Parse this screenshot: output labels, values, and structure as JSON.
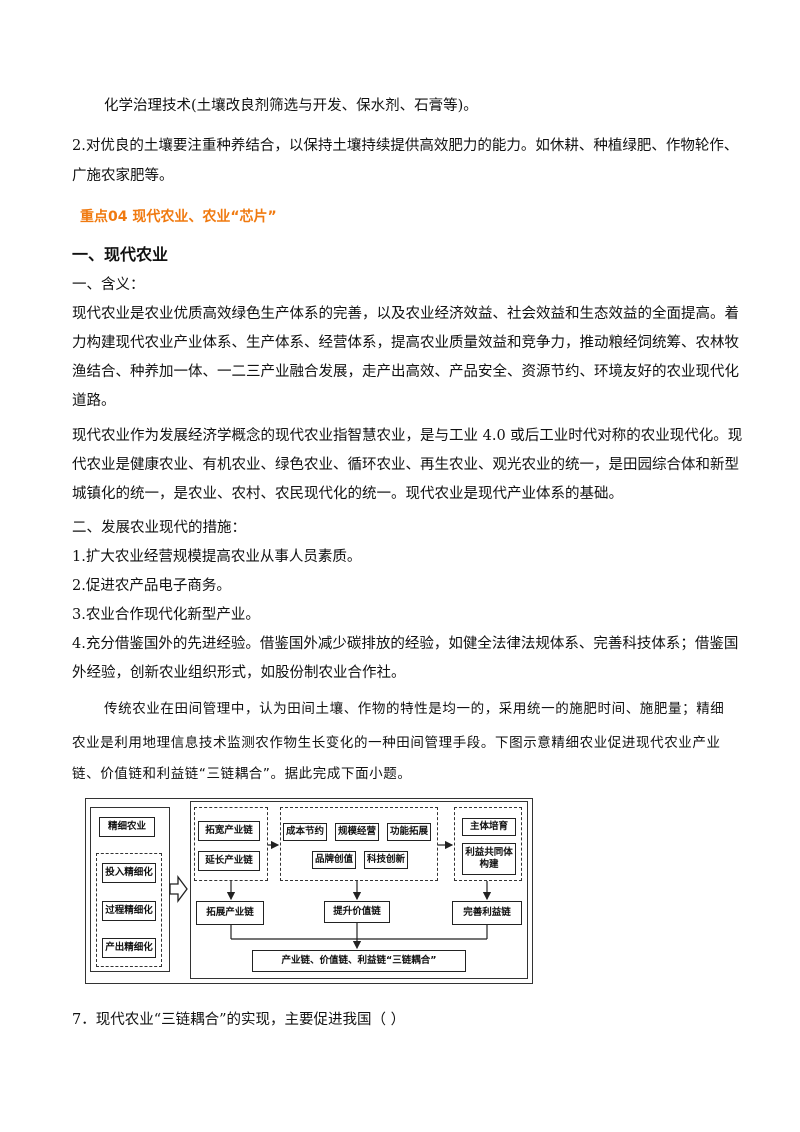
{
  "lines": {
    "l1": "化学治理技术(土壤改良剂筛选与开发、保水剂、石膏等)。",
    "l2": "2.对优良的土壤要注重种养结合，以保持土壤持续提供高效肥力的能力。如休耕、种植绿肥、作物轮作、",
    "l3": "广施农家肥等。",
    "section": "重点04 现代农业、农业“芯片”",
    "h1": "一、现代农业",
    "sub1": "一、含义：",
    "p1a": "现代农业是农业优质高效绿色生产体系的完善，以及农业经济效益、社会效益和生态效益的全面提高。着",
    "p1b": "力构建现代农业产业体系、生产体系、经营体系，提高农业质量效益和竞争力，推动粮经饲统筹、农林牧",
    "p1c": "渔结合、种养加一体、一二三产业融合发展，走产出高效、产品安全、资源节约、环境友好的农业现代化",
    "p1d": "道路。",
    "p2a": "现代农业作为发展经济学概念的现代农业指智慧农业，是与工业 4.0 或后工业时代对称的农业现代化。现",
    "p2b": "代农业是健康农业、有机农业、绿色农业、循环农业、再生农业、观光农业的统一，是田园综合体和新型",
    "p2c": "城镇化的统一，是农业、农村、农民现代化的统一。现代农业是现代产业体系的基础。",
    "sub2": "二、发展农业现代的措施：",
    "m1": "1.扩大农业经营规模提高农业从事人员素质。",
    "m2": "2.促进农产品电子商务。",
    "m3": "3.农业合作现代化新型产业。",
    "m4a": "4.充分借鉴国外的先进经验。借鉴国外减少碳排放的经验，如健全法律法规体系、完善科技体系；借鉴国",
    "m4b": "外经验，创新农业组织形式，如股份制农业合作社。",
    "q1": "传统农业在田间管理中，认为田间土壤、作物的特性是均一的，采用统一的施肥时间、施肥量；精细",
    "q2": "农业是利用地理信息技术监测农作物生长变化的一种田间管理手段。下图示意精细农业促进现代农业产业",
    "q3": "链、价值链和利益链“三链耦合”。据此完成下面小题。",
    "q7": "7．现代农业“三链耦合”的实现，主要促进我国（    ）"
  },
  "diagram": {
    "jingxi": "精细农业",
    "touru": "投入精细化",
    "guocheng": "过程精细化",
    "chanchu": "产出精细化",
    "tuokuan": "拓宽产业链",
    "yanchang": "延长产业链",
    "chengben": "成本节约",
    "guimo": "规模经营",
    "gongneng": "功能拓展",
    "pinpai": "品牌创值",
    "keji": "科技创新",
    "zhuti": "主体培育",
    "liyi_a": "利益共同体",
    "liyi_b": "构建",
    "tuozhan": "拓展产业链",
    "tisheng": "提升价值链",
    "wanshan": "完善利益链",
    "final": "产业链、价值链、利益链“三链耦合”"
  }
}
